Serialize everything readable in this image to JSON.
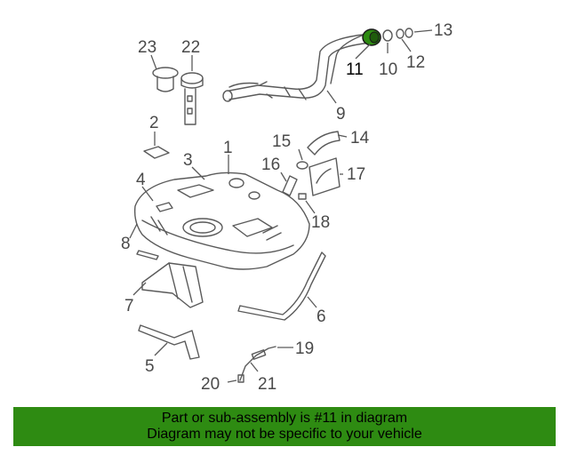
{
  "diagram": {
    "highlight_color": "#2e8b12",
    "labels": {
      "p1": "1",
      "p2": "2",
      "p3": "3",
      "p4": "4",
      "p5": "5",
      "p6": "6",
      "p7": "7",
      "p8": "8",
      "p9": "9",
      "p10": "10",
      "p11": "11",
      "p12": "12",
      "p13": "13",
      "p14": "14",
      "p15": "15",
      "p16": "16",
      "p17": "17",
      "p18": "18",
      "p19": "19",
      "p20": "20",
      "p21": "21",
      "p22": "22",
      "p23": "23"
    }
  },
  "banner": {
    "line1": "Part or sub-assembly is #11 in diagram",
    "line2": "Diagram may not be specific to your vehicle",
    "color": "#2e8b12"
  }
}
